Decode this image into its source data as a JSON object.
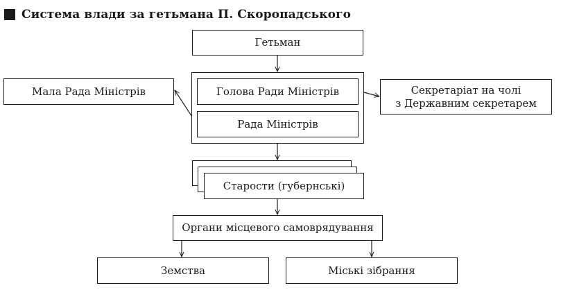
{
  "title": "Система влади за гетьмана П. Скоропадського",
  "nodes": {
    "hetman": "Гетьман",
    "council_head": "Голова Ради Міністрів",
    "council": "Рада Міністрів",
    "small_council": "Мала Рада Міністрів",
    "secretariat_line1": "Секретаріат на чолі",
    "secretariat_line2": "з Державним секретарем",
    "starosty": "Старости (губернські)",
    "local_gov": "Органи місцевого самоврядування",
    "zemstva": "Земства",
    "city_assemblies": "Міські зібрання"
  },
  "colors": {
    "line": "#1a1a1a",
    "background": "#ffffff"
  }
}
